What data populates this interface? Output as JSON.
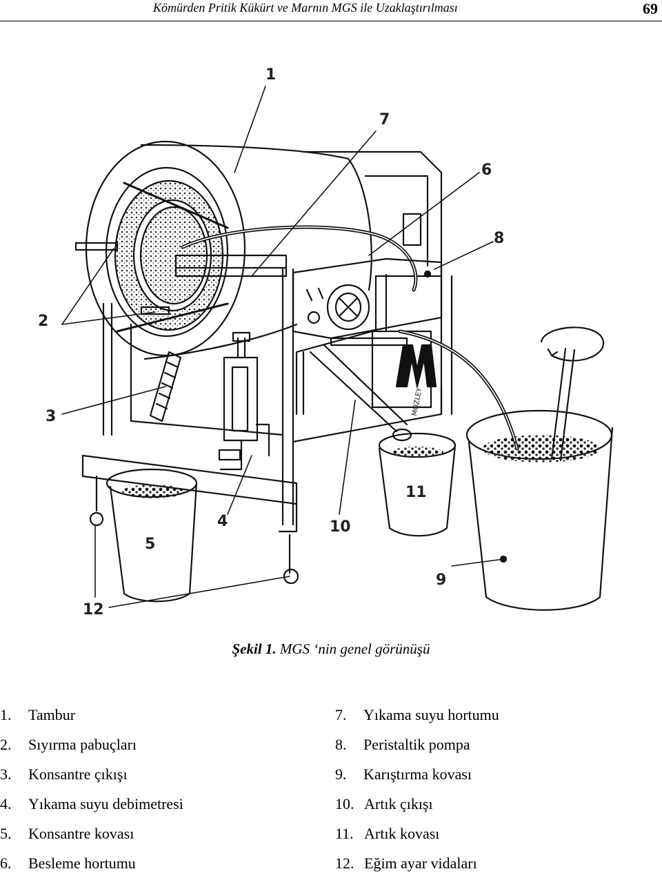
{
  "header": {
    "title": "Kömürden Pritik Kükürt ve Marnın MGS ile Uzaklaştırılması",
    "page_number": "69"
  },
  "figure": {
    "callouts": [
      "1",
      "2",
      "3",
      "4",
      "5",
      "6",
      "7",
      "8",
      "9",
      "10",
      "11",
      "12"
    ],
    "machine_text": "MOZLEY"
  },
  "caption": {
    "label": "Şekil 1.",
    "text": " MGS ‘nin genel görünüşü"
  },
  "legend": {
    "left": [
      {
        "num": "1.",
        "text": "Tambur"
      },
      {
        "num": "2.",
        "text": "Sıyırma pabuçları"
      },
      {
        "num": "3.",
        "text": "Konsantre çıkışı"
      },
      {
        "num": "4.",
        "text": "Yıkama suyu debimetresi"
      },
      {
        "num": "5.",
        "text": "Konsantre kovası"
      },
      {
        "num": "6.",
        "text": "Besleme hortumu"
      }
    ],
    "right": [
      {
        "num": "7.",
        "text": "Yıkama suyu hortumu"
      },
      {
        "num": "8.",
        "text": "Peristaltik pompa"
      },
      {
        "num": "9.",
        "text": "Karıştırma kovası"
      },
      {
        "num": "10.",
        "text": "Artık çıkışı"
      },
      {
        "num": "11.",
        "text": "Artık kovası"
      },
      {
        "num": "12.",
        "text": "Eğim ayar vidaları"
      }
    ]
  }
}
